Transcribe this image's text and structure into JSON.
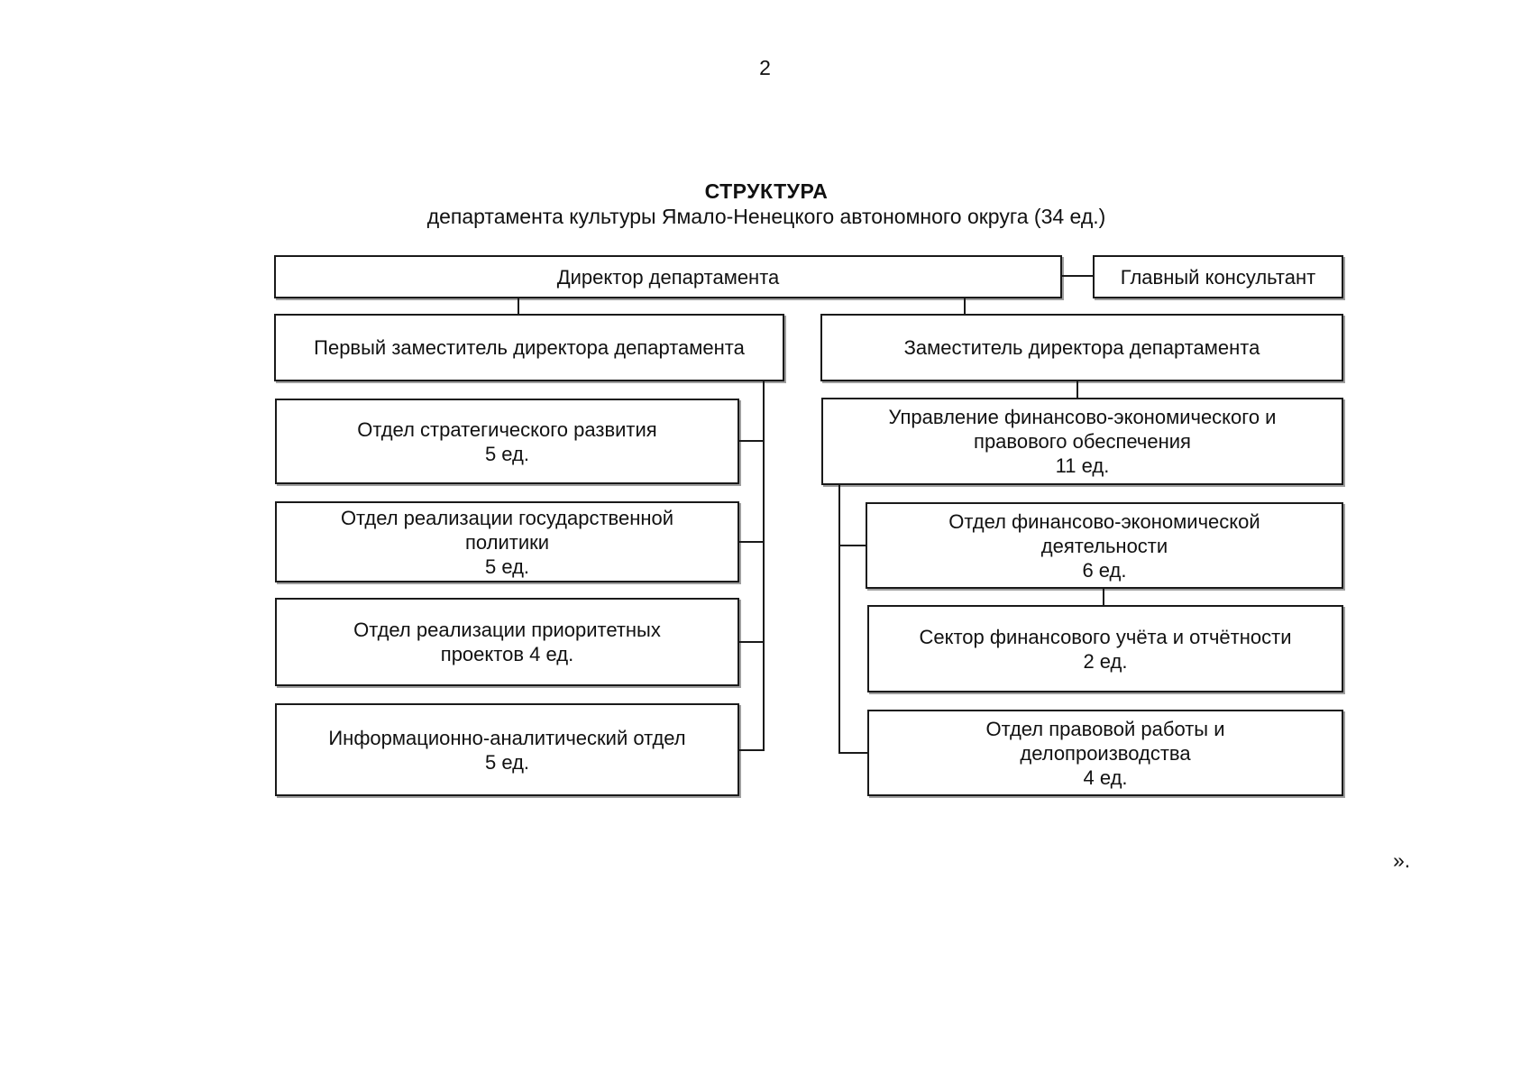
{
  "page": {
    "number": "2",
    "closing_mark": "»."
  },
  "header": {
    "title": "СТРУКТУРА",
    "subtitle": "департамента культуры Ямало-Ненецкого автономного округа (34 ед.)"
  },
  "org": {
    "director": {
      "label": "Директор департамента"
    },
    "chief_consultant": {
      "label": "Главный консультант"
    },
    "first_deputy": {
      "label": "Первый заместитель директора департамента",
      "units": [
        {
          "label": "Отдел стратегического развития\n5 ед."
        },
        {
          "label": "Отдел реализации государственной\nполитики\n5 ед."
        },
        {
          "label": "Отдел реализации приоритетных\nпроектов 4 ед."
        },
        {
          "label": "Информационно-аналитический отдел\n5 ед."
        }
      ]
    },
    "deputy": {
      "label": "Заместитель директора департамента",
      "directorate": {
        "label": "Управление финансово-экономического и\nправового обеспечения\n11 ед.",
        "units": [
          {
            "label": "Отдел финансово-экономической\nдеятельности\n6 ед.",
            "sector": {
              "label": "Сектор финансового учёта и отчётности\n2 ед."
            }
          },
          {
            "label": "Отдел правовой работы и\nделопроизводства\n4 ед."
          }
        ]
      }
    }
  }
}
